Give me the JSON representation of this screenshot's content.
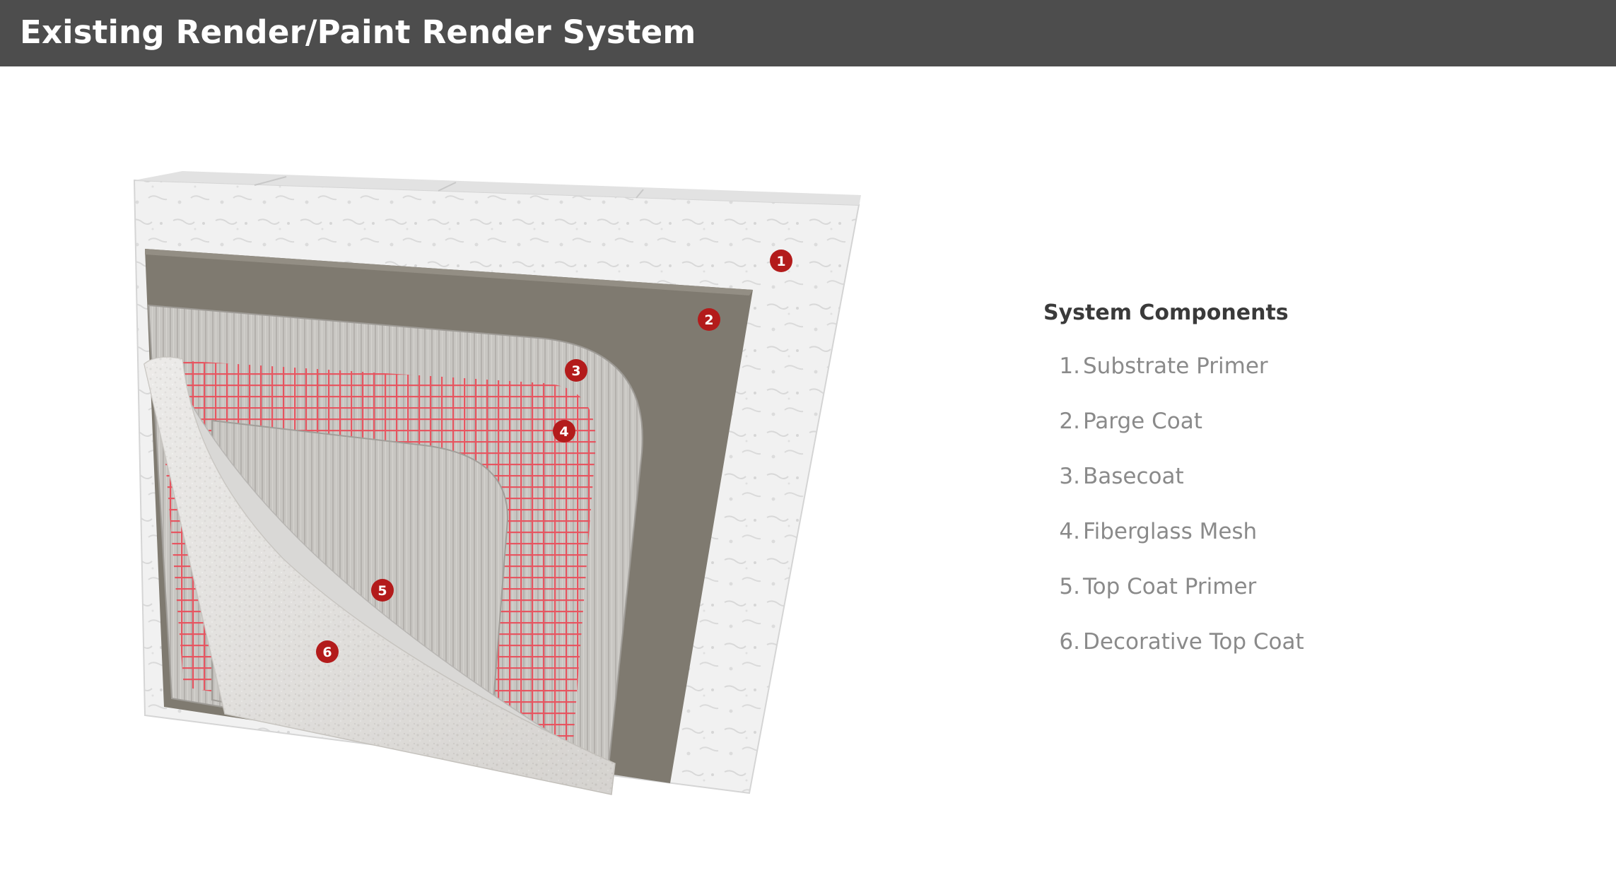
{
  "header": {
    "title": "Existing Render/Paint Render System"
  },
  "diagram": {
    "markers": [
      {
        "number": "1",
        "layer": "Substrate Primer"
      },
      {
        "number": "2",
        "layer": "Parge Coat"
      },
      {
        "number": "3",
        "layer": "Basecoat"
      },
      {
        "number": "4",
        "layer": "Fiberglass Mesh"
      },
      {
        "number": "5",
        "layer": "Top Coat Primer"
      },
      {
        "number": "6",
        "layer": "Decorative Top Coat"
      }
    ],
    "marker_color": "#b31b1b",
    "mesh_color": "#ea4a56"
  },
  "components": {
    "heading": "System Components",
    "items": [
      {
        "num": "1.",
        "label": "Substrate Primer"
      },
      {
        "num": "2.",
        "label": "Parge Coat"
      },
      {
        "num": "3.",
        "label": "Basecoat"
      },
      {
        "num": "4.",
        "label": "Fiberglass Mesh"
      },
      {
        "num": "5.",
        "label": "Top Coat Primer"
      },
      {
        "num": "6.",
        "label": "Decorative Top Coat"
      }
    ]
  },
  "colors": {
    "header_bg": "#4d4d4d",
    "header_text": "#ffffff",
    "heading_text": "#3a3a3a",
    "item_text": "#8a8a8a"
  }
}
